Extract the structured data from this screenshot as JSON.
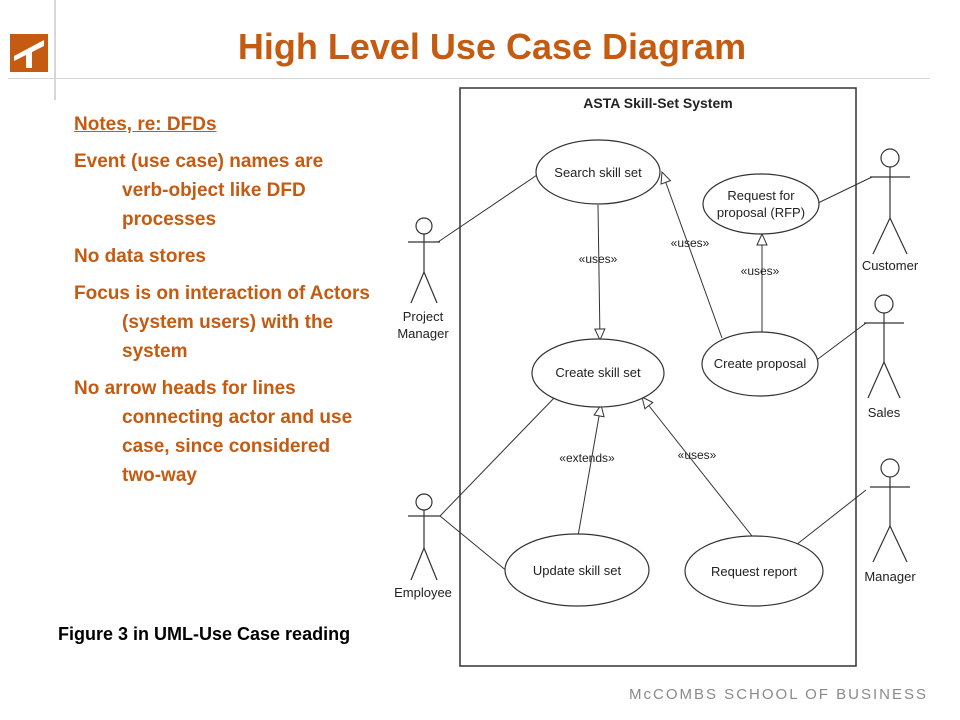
{
  "slide": {
    "title": "High Level Use Case Diagram",
    "caption": "Figure 3 in UML-Use Case reading",
    "footer": "McCOMBS SCHOOL OF BUSINESS"
  },
  "notes": {
    "heading": "Notes, re: DFDs",
    "bullets": [
      "Event (use case) names are verb-object like DFD processes",
      "No data stores",
      "Focus is on interaction of Actors (system users) with the system",
      "No arrow heads for lines connecting actor and use case, since considered two-way"
    ]
  },
  "diagram": {
    "system_name": "ASTA Skill-Set System",
    "use_cases": {
      "search": "Search skill set",
      "rfp": [
        "Request for",
        "proposal (RFP)"
      ],
      "create_skill": "Create skill set",
      "create_proposal": "Create proposal",
      "update_skill": "Update skill set",
      "request_report": "Request report"
    },
    "actors": {
      "project_manager": [
        "Project",
        "Manager"
      ],
      "customer": "Customer",
      "sales": "Sales",
      "employee": "Employee",
      "manager": "Manager"
    },
    "relations": {
      "uses_search_create": "«uses»",
      "uses_proposal_search": "«uses»",
      "uses_proposal_rfp": "«uses»",
      "extends_update_create": "«extends»",
      "uses_report_create": "«uses»"
    }
  },
  "colors": {
    "accent": "#c55a11",
    "line": "#333333"
  }
}
